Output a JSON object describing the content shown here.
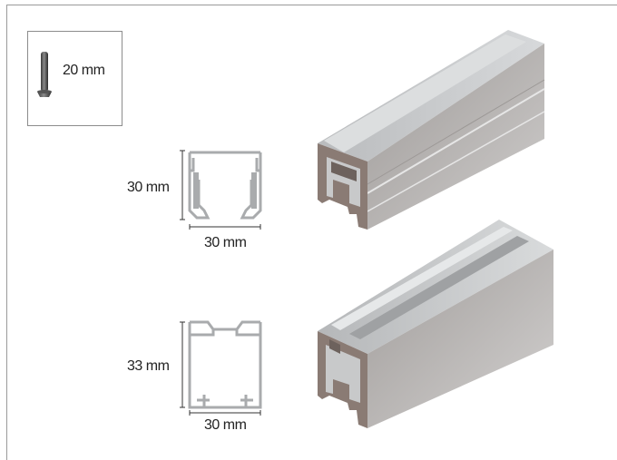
{
  "screw": {
    "length_label": "20 mm",
    "icon": "screw-icon"
  },
  "profile_1": {
    "height_label": "30 mm",
    "width_label": "30 mm",
    "color": "#c4c6c8"
  },
  "profile_2": {
    "height_label": "33 mm",
    "width_label": "30 mm",
    "color": "#c4c6c8"
  },
  "colors": {
    "frame": "#9a9a9a",
    "aluminium_light": "#d0d2d4",
    "aluminium_mid": "#b0b2b4",
    "aluminium_dark": "#7a6f6a",
    "section_stroke": "#a9abad"
  }
}
